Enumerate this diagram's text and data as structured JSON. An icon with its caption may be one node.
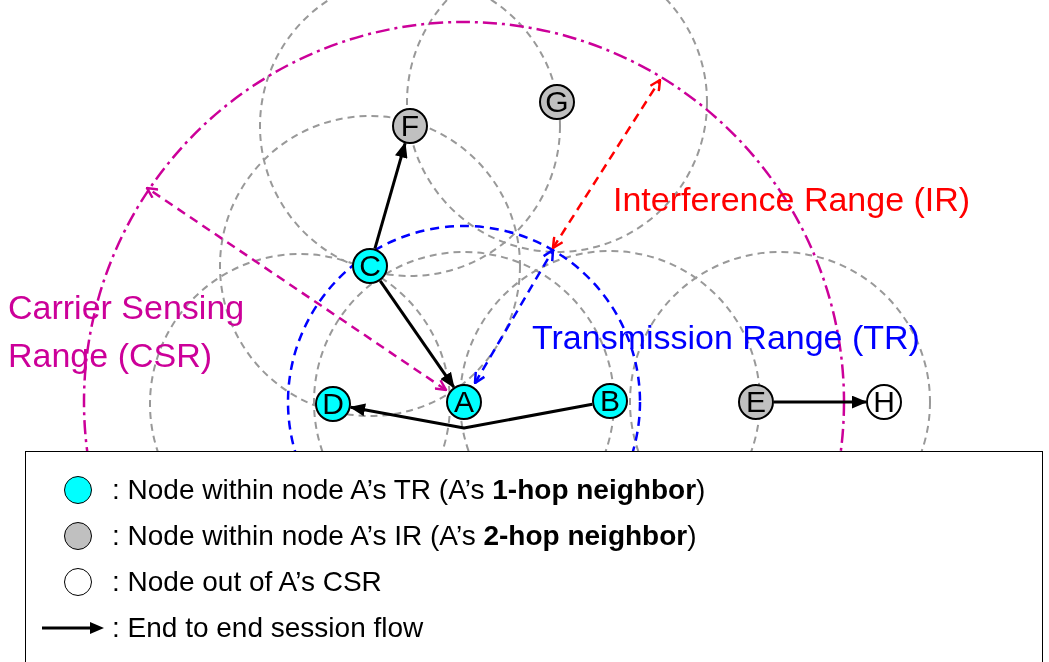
{
  "diagram": {
    "nodes": [
      {
        "text": [
          "G"
        ]
      },
      {
        "text": [
          "F"
        ]
      },
      {
        "text": [
          "C"
        ]
      },
      {
        "text": [
          "D"
        ]
      },
      {
        "text": [
          "A"
        ]
      },
      {
        "text": [
          "B"
        ]
      },
      {
        "text": [
          "E"
        ]
      },
      {
        "text": [
          "H"
        ]
      }
    ],
    "edges": [
      {
        "from": 2,
        "to": 1,
        "arrow": "to"
      },
      {
        "from": 2,
        "to": 4,
        "arrow": "to"
      },
      {
        "from": 5,
        "to": 3,
        "arrow": "to"
      },
      {
        "from": 6,
        "to": 7,
        "arrow": "to"
      }
    ],
    "labels": [
      "Interference Range (IR)",
      "Carrier Sensing Range (CSR)",
      "Transmission Range (TR)"
    ],
    "legend": [
      {
        "text": ": Node within node A’s TR (A’s **1-hop neighbor**)",
        "color": "#00ffff"
      },
      {
        "text": ": Node within node A’s IR (A’s **2-hop neighbor**)",
        "color": "#c0c0c0"
      },
      {
        "text": ": Node out of A’s CSR",
        "color": "#ffffff"
      },
      {
        "text": ": End to end session flow"
      }
    ]
  }
}
